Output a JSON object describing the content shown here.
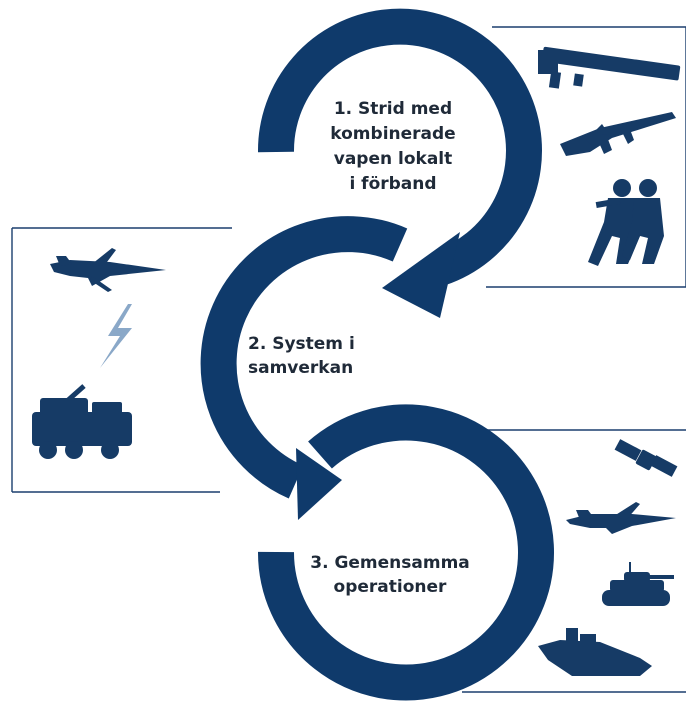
{
  "colors": {
    "ring": "#0f3a6b",
    "frame": "#1b3f6e",
    "icon": "#163b66",
    "lightning": "#8aa8c8",
    "text": "#1f2a38"
  },
  "stages": [
    {
      "id": "stage-1",
      "lines": [
        "1. Strid med",
        "kombinerade",
        "vapen lokalt",
        "i förband"
      ],
      "icons": [
        "rocket-launcher-icon",
        "assault-rifle-icon",
        "soldiers-icon"
      ]
    },
    {
      "id": "stage-2",
      "lines": [
        "2. System i",
        "samverkan"
      ],
      "icons": [
        "fighter-jet-icon",
        "lightning-icon",
        "artillery-truck-icon"
      ]
    },
    {
      "id": "stage-3",
      "lines": [
        "3. Gemensamma",
        "operationer"
      ],
      "icons": [
        "satellite-icon",
        "fighter-jet-icon",
        "tank-icon",
        "warship-icon"
      ]
    }
  ]
}
